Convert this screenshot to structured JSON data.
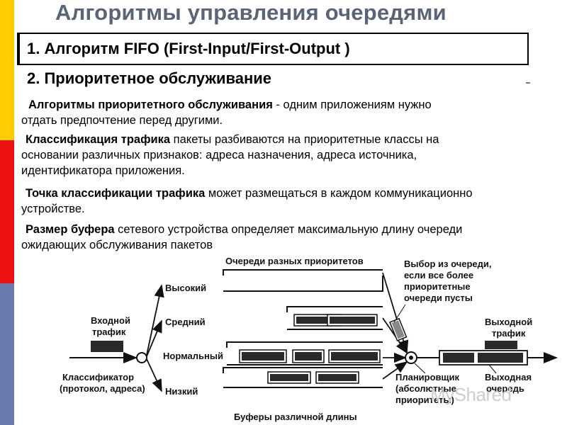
{
  "title": "Алгоритмы управления очередями",
  "section1": "1. Алгоритм FIFO (First-Input/First-Output )",
  "section2": "2. Приоритетное обслуживание",
  "paragraphs": [
    {
      "lines": [
        {
          "bold": "Алгоритмы приоритетного обслуживания",
          "text": " - одним приложениям нужно"
        },
        {
          "bold": "",
          "text": "отдать предпочтение перед другими."
        }
      ]
    },
    {
      "lines": [
        {
          "bold": "Классификация трафика",
          "text": " пакеты разбиваются на приоритетные классы на"
        },
        {
          "bold": "",
          "text": "основании различных признаков: адреса назначения, адреса источника,"
        },
        {
          "bold": "",
          "text": "идентификатора приложения."
        }
      ]
    },
    {
      "lines": [
        {
          "bold": "Точка классификации трафика",
          "text": " может размещаться в каждом коммуникационно"
        },
        {
          "bold": "",
          "text": "устройстве."
        }
      ]
    },
    {
      "lines": [
        {
          "bold": "Размер буфера",
          "text": " сетевого устройства определяет максимальную длину очереди"
        },
        {
          "bold": "",
          "text": "ожидающих обслуживания пакетов"
        }
      ]
    }
  ],
  "diagram": {
    "top_label": "Очереди разных приоритетов",
    "high": "Высокий",
    "medium": "Средний",
    "normal": "Нормальный",
    "low": "Низкий",
    "input_line1": "Входной",
    "input_line2": "трафик",
    "classifier_line1": "Классификатор",
    "classifier_line2": "(протокол, адреса)",
    "select_line1": "Выбор из очереди,",
    "select_line2": "если все более",
    "select_line3": "приоритетные",
    "select_line4": "очереди пусты",
    "output_line1": "Выходной",
    "output_line2": "трафик",
    "outq_line1": "Выходная",
    "outq_line2": "очередь",
    "sched_line1": "Планировщик",
    "sched_line2": "(абсолютные",
    "sched_line3": "приоритеты)",
    "buffers_label": "Буферы различной длины"
  },
  "watermark": "MyShared",
  "colors": {
    "sidebar_yellow": "#ffcc00",
    "sidebar_red": "#ee1111",
    "sidebar_blue": "#6b7bb0",
    "title": "#5a6478",
    "packet": "#2a2a2a"
  }
}
